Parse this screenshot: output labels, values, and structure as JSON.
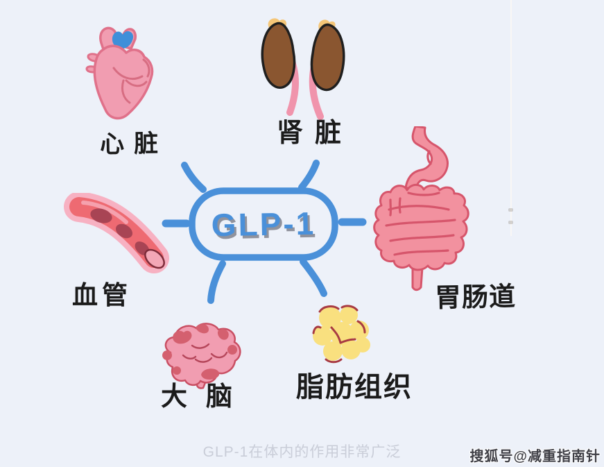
{
  "title_meaning": "GLP-1 target organs illustration",
  "center": {
    "label": "GLP-1",
    "box_color": "#4a90d9"
  },
  "nodes": [
    {
      "id": "heart",
      "label": "心脏",
      "color": "#f19db1"
    },
    {
      "id": "kidneys",
      "label": "肾脏",
      "color": "#8a5630"
    },
    {
      "id": "gi-tract",
      "label": "胃肠道",
      "color": "#f2919f"
    },
    {
      "id": "blood-vessel",
      "label": "血管",
      "color": "#ee6a72"
    },
    {
      "id": "brain",
      "label": "大脑",
      "color": "#f19db1"
    },
    {
      "id": "adipose-tissue",
      "label": "脂肪组织",
      "color": "#f9e07f"
    }
  ],
  "caption": "GLP-1在体内的作用非常广泛",
  "watermark": "搜狐号@减重指南针",
  "palette": {
    "background": "#edf1f9",
    "accent_blue": "#4a90d9",
    "label_ink": "#1b1b1b",
    "caption_gray": "#c9cdd8",
    "organ_pink": "#f19db1",
    "organ_pink_line": "#d6556b",
    "kidney_brown": "#8a5630",
    "adrenal_yellow": "#f5c678",
    "fat_yellow": "#f9e07f",
    "blood_dark_red": "#a84454"
  }
}
